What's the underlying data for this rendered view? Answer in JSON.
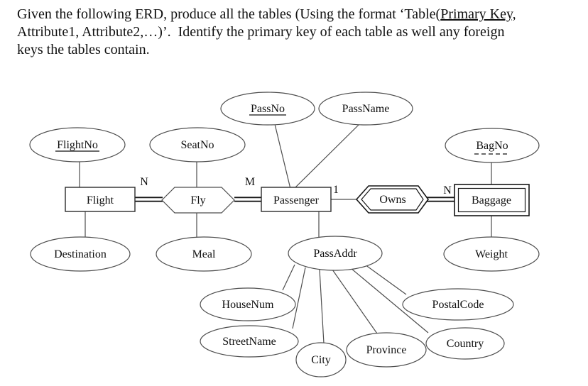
{
  "question": {
    "line1_text": "Given the following ERD, produce all the tables (Using the format ‘Table(",
    "line1_underlined": "Primary Key,",
    "line2": "Attribute1, Attribute2,…)’.  Identify the primary key of each table as well any foreign",
    "line3": "keys the tables contain."
  },
  "erd": {
    "entities": {
      "flight": "Flight",
      "passenger": "Passenger",
      "baggage": "Baggage"
    },
    "relationships": {
      "fly": "Fly",
      "owns": "Owns"
    },
    "attributes": {
      "flightno": "FlightNo",
      "seatno": "SeatNo",
      "passno": "PassNo",
      "passname": "PassName",
      "bagno": "BagNo",
      "destination": "Destination",
      "meal": "Meal",
      "passaddr": "PassAddr",
      "weight": "Weight",
      "housenum": "HouseNum",
      "streetname": "StreetName",
      "city": "City",
      "province": "Province",
      "country": "Country",
      "postalcode": "PostalCode"
    },
    "cardinalities": {
      "flight_fly": "N",
      "fly_passenger": "M",
      "passenger_owns": "1",
      "owns_baggage": "N"
    }
  }
}
